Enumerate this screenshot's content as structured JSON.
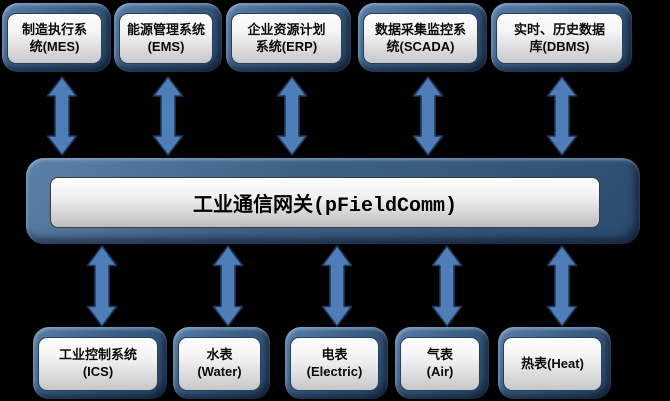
{
  "colors": {
    "background": "#000000",
    "arrow_fill": "#4e7db8",
    "arrow_stroke": "#1e3a5c",
    "node_body_blue": "#3a5e84",
    "panel_light": "#f3f3f3"
  },
  "top_row": [
    {
      "line1": "制造执行系",
      "line2": "统(MES)"
    },
    {
      "line1": "能源管理系统",
      "line2": "(EMS)"
    },
    {
      "line1": "企业资源计划",
      "line2": "系统(ERP)"
    },
    {
      "line1": "数据采集监控系",
      "line2": "统(SCADA)"
    },
    {
      "line1": "实时、历史数据",
      "line2": "库(DBMS)"
    }
  ],
  "gateway": {
    "label": "工业通信网关(pFieldComm)"
  },
  "bottom_row": [
    {
      "line1": "工业控制系统",
      "line2": "(ICS)"
    },
    {
      "line1": "水表",
      "line2": "(Water)"
    },
    {
      "line1": "电表",
      "line2": "(Electric)"
    },
    {
      "line1": "气表",
      "line2": "(Air)"
    },
    {
      "line1": "热表(Heat)",
      "line2": ""
    }
  ]
}
